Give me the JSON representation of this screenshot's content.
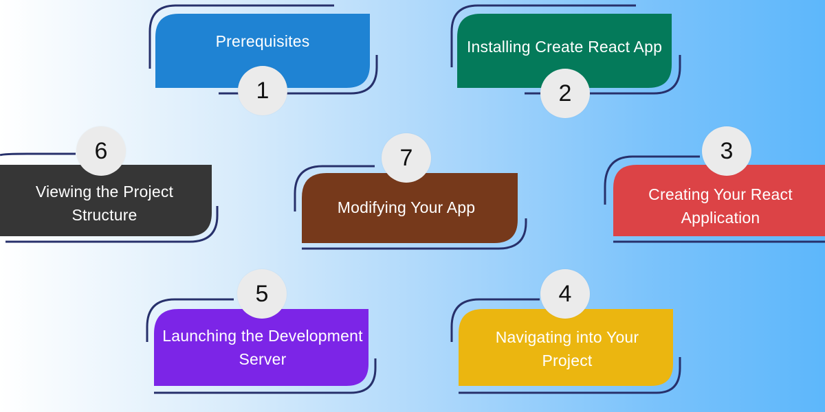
{
  "colors": {
    "outline": "#27306b",
    "step1": "#1f83d3",
    "step2": "#047a5a",
    "step3": "#dc4346",
    "step4": "#ebb610",
    "step5": "#7c25e7",
    "step6": "#363636",
    "step7": "#76391b",
    "badge_bg": "#ebebeb"
  },
  "steps": [
    {
      "number": "1",
      "label": "Prerequisites"
    },
    {
      "number": "2",
      "label": "Installing Create React App"
    },
    {
      "number": "3",
      "label": "Creating Your React Application"
    },
    {
      "number": "4",
      "label": "Navigating into Your Project"
    },
    {
      "number": "5",
      "label": "Launching the Development Server"
    },
    {
      "number": "6",
      "label": "Viewing the Project Structure"
    },
    {
      "number": "7",
      "label": "Modifying Your App"
    }
  ]
}
